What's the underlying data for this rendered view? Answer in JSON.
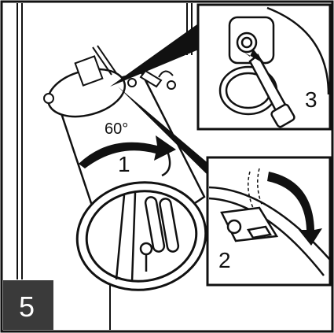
{
  "diagram": {
    "step_number": "5",
    "rotation_angle_label": "60°",
    "callouts": [
      "1",
      "2",
      "3"
    ]
  },
  "colors": {
    "line": "#111111",
    "fill": "#ffffff",
    "step_badge_bg": "#3a3a3a",
    "step_badge_text": "#ffffff"
  },
  "icons": [
    "rotate-arrow-icon",
    "rotate-down-arrow-icon",
    "push-arrow-icon"
  ]
}
